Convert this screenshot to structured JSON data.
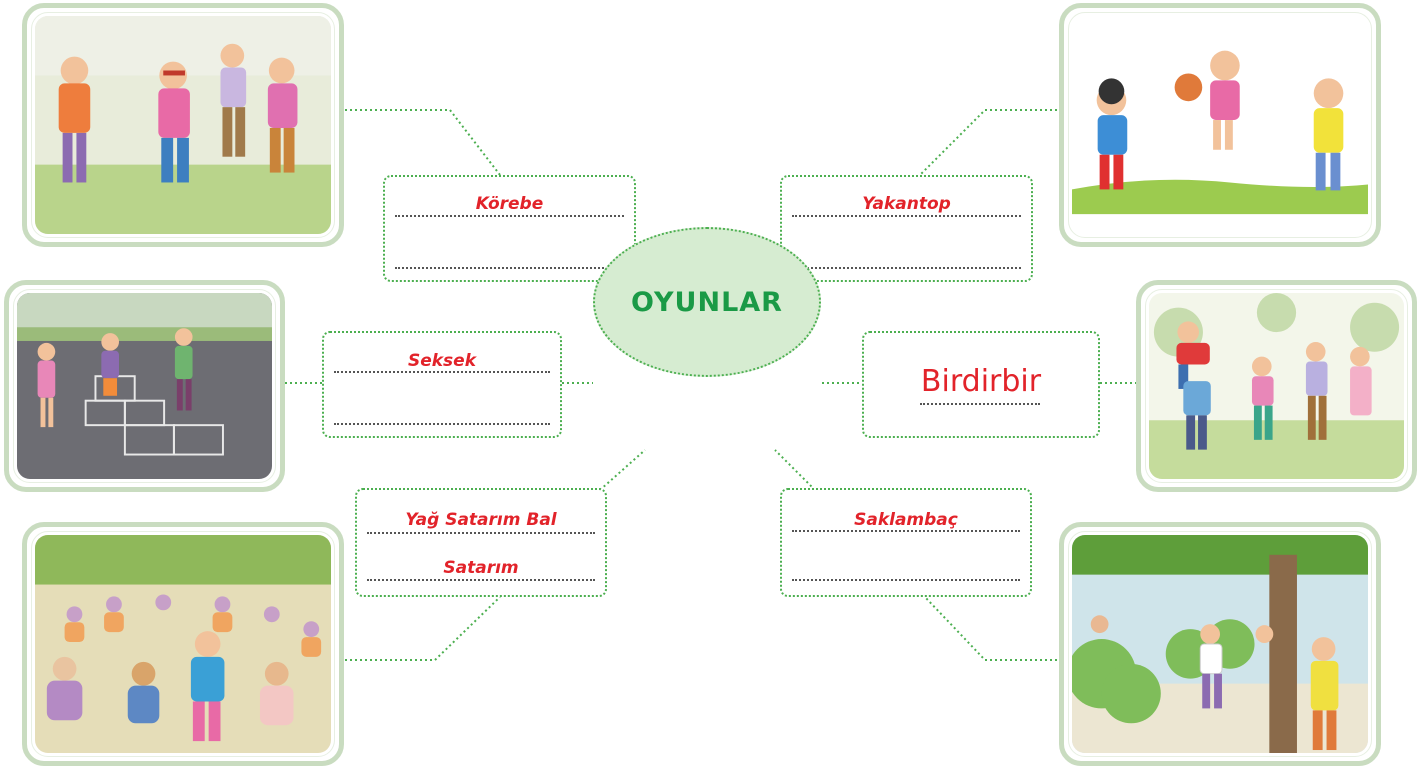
{
  "center": {
    "title": "OYUNLAR"
  },
  "games": {
    "top_left": {
      "answer_line1": "Körebe",
      "answer_line2": ""
    },
    "mid_left": {
      "answer_line1": "Seksek",
      "answer_line2": ""
    },
    "bottom_left": {
      "answer_line1": "Yağ Satarım Bal",
      "answer_line2": "Satarım"
    },
    "top_right": {
      "answer_line1": "Yakantop",
      "answer_line2": ""
    },
    "mid_right": {
      "answer_line1": "Birdirbir"
    },
    "bottom_right": {
      "answer_line1": "Saklambaç",
      "answer_line2": ""
    }
  },
  "colors": {
    "answer": "#e2232a",
    "center_title": "#1a9a46",
    "connector": "#4caf50",
    "photo_frame": "#c9dcc0"
  },
  "icons": {
    "photo_top_left": "children-playing-blindmans-buff-illustration",
    "photo_mid_left": "children-playing-hopscotch-illustration",
    "photo_bottom_left": "children-sitting-in-circle-game-illustration",
    "photo_top_right": "children-playing-dodgeball-illustration",
    "photo_mid_right": "children-playing-leapfrog-illustration",
    "photo_bottom_right": "children-playing-hide-and-seek-illustration"
  }
}
